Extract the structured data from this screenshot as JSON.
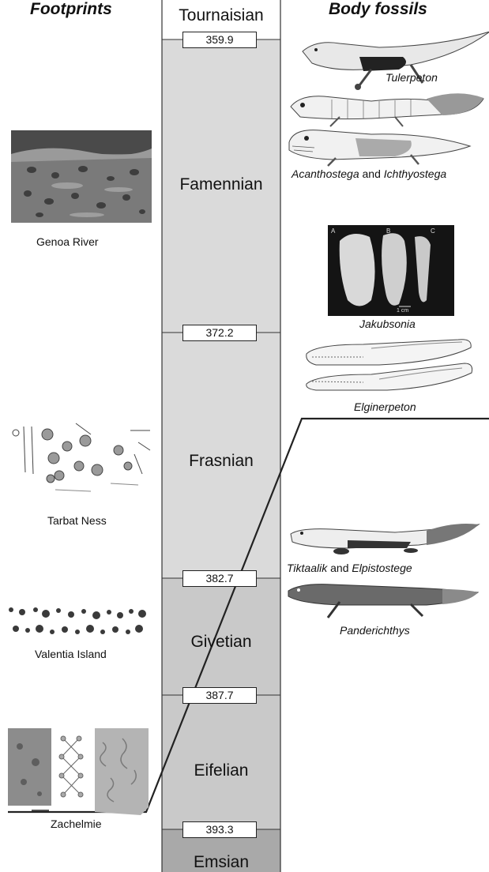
{
  "headers": {
    "footprints": "Footprints",
    "top_stage": "Tournaisian",
    "body_fossils": "Body fossils"
  },
  "stages": [
    {
      "name": "Famennian",
      "fill": "#dadada"
    },
    {
      "name": "Frasnian",
      "fill": "#dadada"
    },
    {
      "name": "Givetian",
      "fill": "#c9c9c9"
    },
    {
      "name": "Eifelian",
      "fill": "#c9c9c9"
    },
    {
      "name": "Emsian",
      "fill": "#a9a9a9"
    }
  ],
  "ages": [
    "359.9",
    "372.2",
    "382.7",
    "387.7",
    "393.3"
  ],
  "footprint_sites": {
    "genoa": "Genoa River",
    "tarbat": "Tarbat Ness",
    "valentia": "Valentia Island",
    "zachelmie": "Zachelmie"
  },
  "body_fossils": {
    "tulerpeton": "Tulerpeton",
    "acanthostega": "Acanthostega",
    "and1": "and",
    "ichthyostega": "Ichthyostega",
    "jakubsonia": "Jakubsonia",
    "elginerpeton": "Elginerpeton",
    "tiktaalik": "Tiktaalik",
    "and2": "and",
    "elpistostege": "Elpistostege",
    "panderichthys": "Panderichthys"
  },
  "jakubsonia_photo_text": {
    "a": "A",
    "b": "B",
    "c": "C",
    "scale": "1 cm"
  }
}
